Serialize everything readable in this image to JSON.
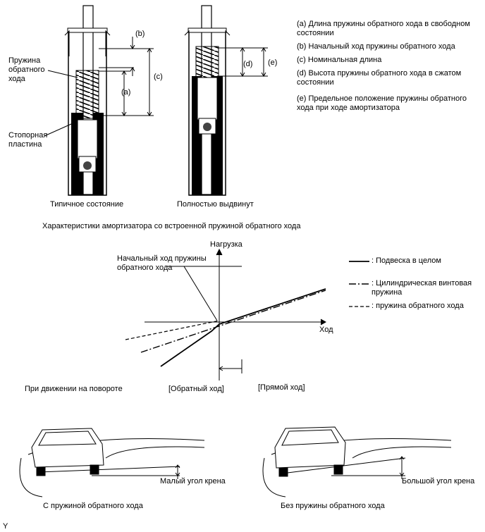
{
  "shock_figure": {
    "labels": {
      "a": "(a)",
      "b": "(b)",
      "c": "(c)",
      "d": "(d)",
      "e": "(e)",
      "rebound_spring": "Пружина\nобратного\nхода",
      "stopper_plate": "Стопорная\nпластина",
      "typical": "Типичное состояние",
      "fully_extended": "Полностью выдвинут"
    },
    "legend": [
      "(a) Длина пружины обратного хода в свободном состоянии",
      "(b) Начальный ход пружины обратного хода",
      "(c) Номинальная длина",
      "(d) Высота пружины обратного хода в сжатом состоянии",
      "(e) Предельное положение пружины обратного хода при ходе амортизатора"
    ]
  },
  "characteristics_title": "Характеристики амортизатора со встроенной пружиной обратного хода",
  "graph": {
    "y_label": "Нагрузка",
    "x_label": "Ход",
    "initial_stroke": "Начальный ход пружины\nобратного хода",
    "rebound_stroke": "[Обратный ход]",
    "forward_stroke": "[Прямой ход]",
    "legend": [
      {
        "style": "solid",
        "label": ": Подвеска в целом"
      },
      {
        "style": "dashdot",
        "label": ": Цилиндрическая винтовая\nпружина"
      },
      {
        "style": "dashed",
        "label": ": пружина обратного хода"
      }
    ]
  },
  "cornering": {
    "title": "При движении на повороте",
    "small_roll": "Малый угол крена",
    "large_roll": "Большой угол крена",
    "with_spring": "С пружиной обратного хода",
    "without_spring": "Без пружины обратного хода"
  },
  "footer": "Y"
}
